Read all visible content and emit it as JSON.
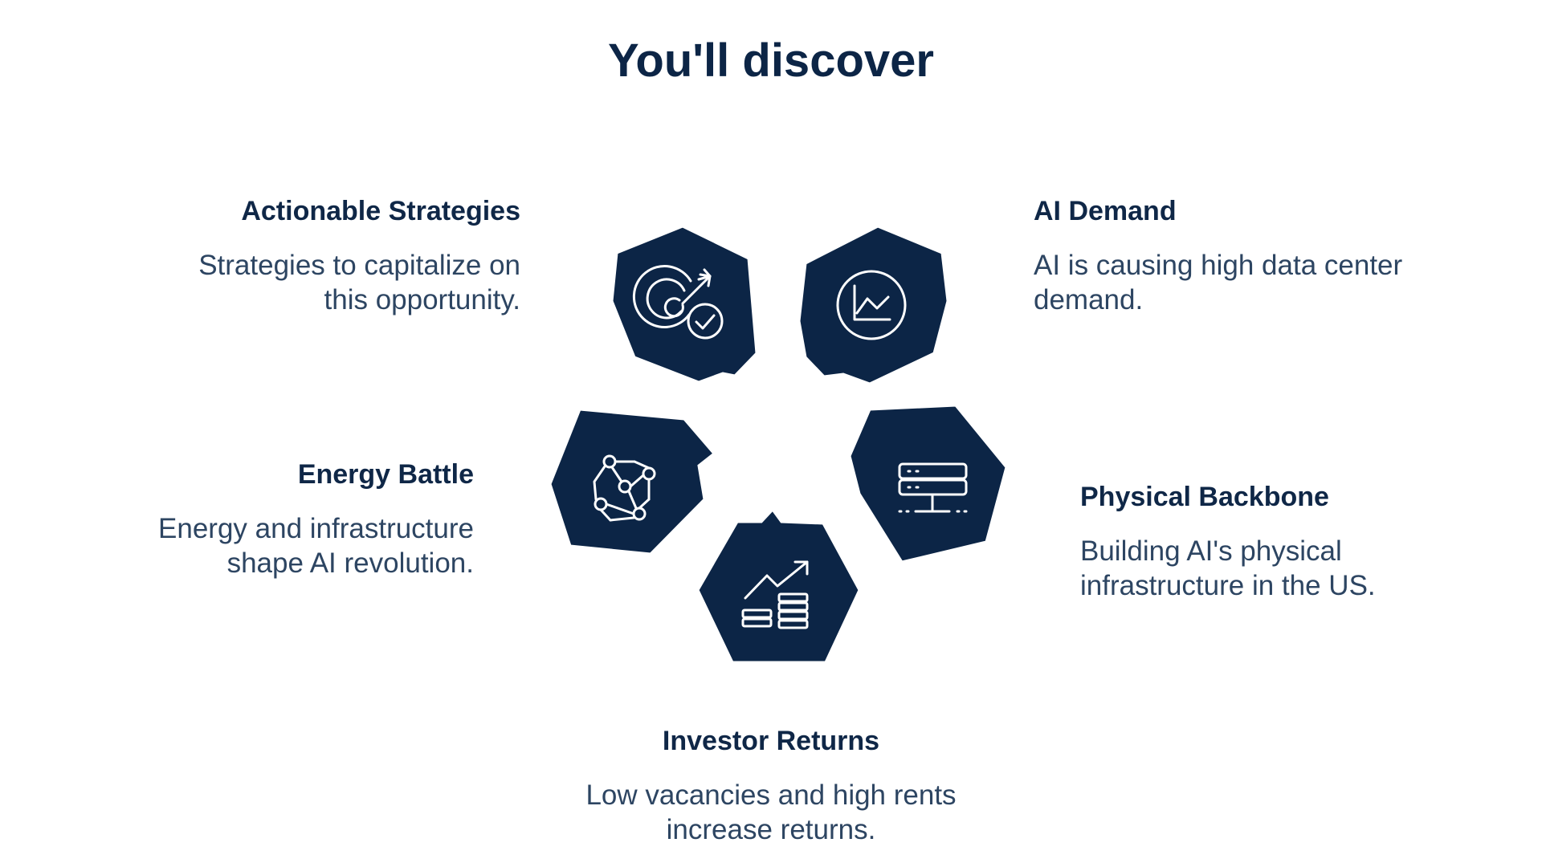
{
  "title": "You'll discover",
  "colors": {
    "hexagon_fill": "#0c2546",
    "hexagon_stroke": "#ffffff",
    "icon_stroke": "#ffffff",
    "heading_text": "#0f2747",
    "body_text": "#2d4562"
  },
  "items": [
    {
      "heading": "Actionable Strategies",
      "description": "Strategies to capitalize on this opportunity.",
      "icon": "target-check-icon"
    },
    {
      "heading": "AI Demand",
      "description": "AI is causing high data center demand.",
      "icon": "line-chart-circle-icon"
    },
    {
      "heading": "Energy Battle",
      "description": "Energy and infrastructure shape AI revolution.",
      "icon": "network-nodes-icon"
    },
    {
      "heading": "Physical Backbone",
      "description": "Building AI's physical infrastructure in the US.",
      "icon": "server-rack-icon"
    },
    {
      "heading": "Investor Returns",
      "description": "Low vacancies and high rents increase returns.",
      "icon": "rising-coins-icon"
    }
  ]
}
